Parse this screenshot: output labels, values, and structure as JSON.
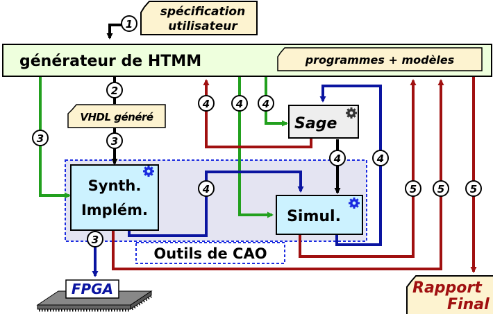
{
  "spec_label_line1": "spécification",
  "spec_label_line2": "utilisateur",
  "generator_title": "générateur de HTMM",
  "generator_tag": "programmes + modèles",
  "vhdl_label": "VHDL généré",
  "sage_label": "Sage",
  "synth_line1": "Synth.",
  "synth_line2": "Implém.",
  "simul_label": "Simul.",
  "cad_label": "Outils de CAO",
  "fpga_label": "FPGA",
  "report_line1": "Rapport",
  "report_line2": "Final",
  "steps": {
    "s1": "1",
    "s2": "2",
    "s3a": "3",
    "s3b": "3",
    "s3c": "3",
    "s4a": "4",
    "s4b": "4",
    "s4c": "4",
    "s4d": "4",
    "s4e": "4",
    "s4f": "4",
    "s5a": "5",
    "s5b": "5",
    "s5c": "5"
  },
  "colors": {
    "green": "#22a01e",
    "red": "#a01010",
    "blue": "#0a14a0",
    "black": "#000000",
    "generator_fill": "#eeffdd",
    "tool_fill": "#ccf2ff",
    "cad_fill": "#e4e4f2",
    "note_fill": "#fdf3d0"
  },
  "icons": {
    "gear": "gear-icon",
    "fpga_chip": "fpga-chip-icon"
  }
}
